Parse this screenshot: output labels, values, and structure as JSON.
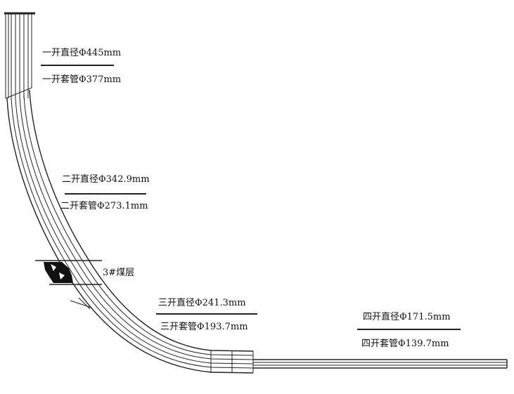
{
  "labels": {
    "stage1_diameter": "一开直径Φ445mm",
    "stage1_casing": "一开套管Φ377mm",
    "stage2_diameter": "二开直径Φ342.9mm",
    "stage2_casing": "二开套管Φ273.1mm",
    "coal_seam": "3#煤层",
    "stage3_diameter": "三开直径Φ241.3mm",
    "stage3_casing": "三开套管Φ193.7mm",
    "stage4_diameter": "四开直径Φ171.5mm",
    "stage4_casing": "四开套管Φ139.7mm"
  },
  "colors": {
    "line": "#222222",
    "coal": "#111111"
  }
}
